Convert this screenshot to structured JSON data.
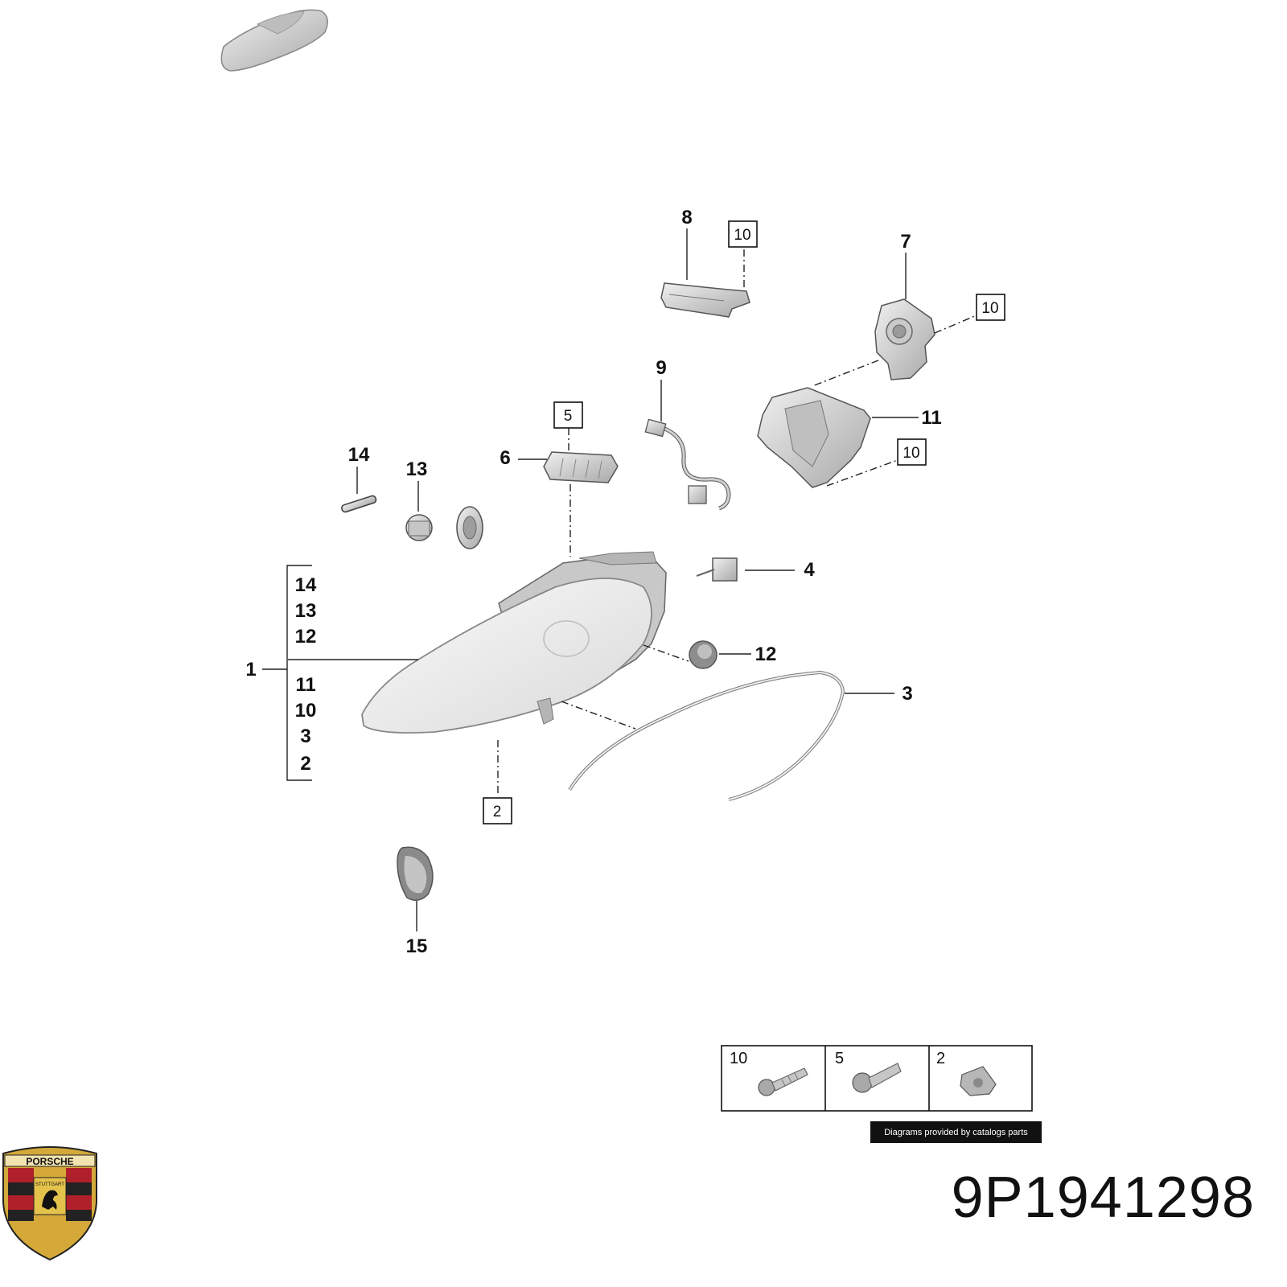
{
  "callouts": {
    "c1": "1",
    "c2": "2",
    "c3": "3",
    "c4": "4",
    "c5": "5",
    "c6": "6",
    "c7": "7",
    "c8": "8",
    "c9": "9",
    "c10": "10",
    "c11": "11",
    "c12": "12",
    "c13": "13",
    "c14": "14",
    "c15": "15"
  },
  "bracket_list": [
    "14",
    "13",
    "12",
    "11",
    "10",
    "3",
    "2"
  ],
  "boxed_refs": {
    "b10_top": "10",
    "b10_right": "10",
    "b10_mid": "10",
    "b5": "5",
    "b2": "2"
  },
  "legend": [
    {
      "num": "10",
      "icon": "self-tapping-screw-icon"
    },
    {
      "num": "5",
      "icon": "bolt-icon"
    },
    {
      "num": "2",
      "icon": "clip-nut-icon"
    }
  ],
  "credit": "Diagrams provided by catalogs parts",
  "part_number": "9P1941298",
  "logo": {
    "brand_text": "PORSCHE",
    "city_text": "STUTTGART",
    "icon": "porsche-crest-icon"
  },
  "colors": {
    "ink": "#111111",
    "part_fill": "#d6d6d6",
    "part_dark": "#8a8a8a",
    "crest_red": "#b0202a",
    "crest_gold": "#d4a93a"
  }
}
